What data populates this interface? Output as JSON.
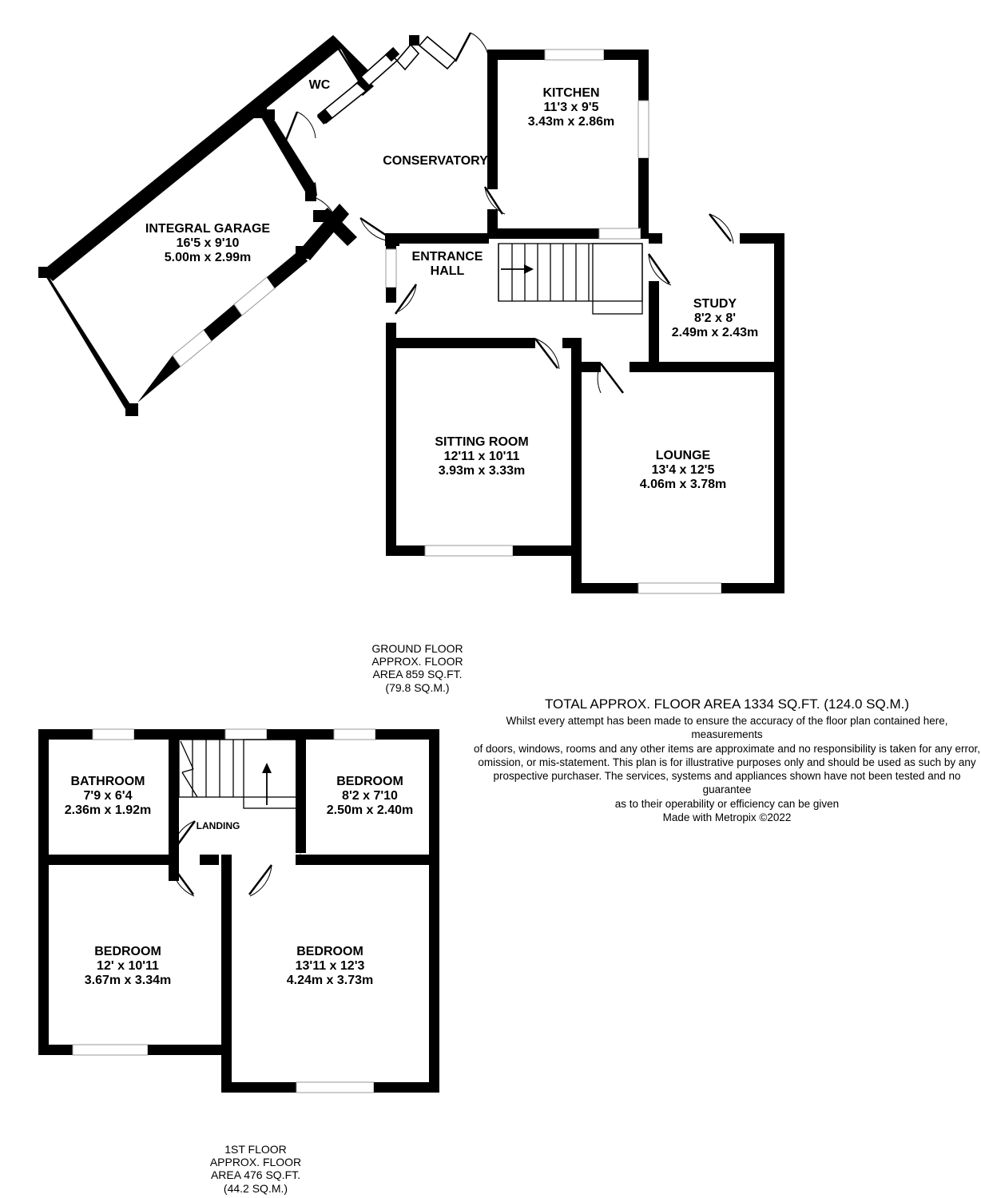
{
  "document": {
    "type": "floor-plan",
    "maker": "Made with Metropix ©2022"
  },
  "ground_floor": {
    "caption": [
      "GROUND FLOOR",
      "APPROX. FLOOR",
      "AREA 859 SQ.FT.",
      "(79.8 SQ.M.)"
    ],
    "rooms": [
      {
        "name": "WC",
        "imperial": "",
        "metric": ""
      },
      {
        "name": "CONSERVATORY",
        "imperial": "",
        "metric": ""
      },
      {
        "name": "INTEGRAL GARAGE",
        "imperial": "16'5 x 9'10",
        "metric": "5.00m x 2.99m"
      },
      {
        "name": "KITCHEN",
        "imperial": "11'3 x 9'5",
        "metric": "3.43m x 2.86m"
      },
      {
        "name": "ENTRANCE HALL",
        "imperial": "",
        "metric": ""
      },
      {
        "name": "STUDY",
        "imperial": "8'2 x 8'",
        "metric": "2.49m x 2.43m"
      },
      {
        "name": "SITTING ROOM",
        "imperial": "12'11 x 10'11",
        "metric": "3.93m x 3.33m"
      },
      {
        "name": "LOUNGE",
        "imperial": "13'4 x 12'5",
        "metric": "4.06m x 3.78m"
      }
    ],
    "labels": {
      "wc": "WC",
      "conservatory": "CONSERVATORY",
      "garage_name": "INTEGRAL GARAGE",
      "garage_imp": "16'5 x 9'10",
      "garage_met": "5.00m x 2.99m",
      "kitchen_name": "KITCHEN",
      "kitchen_imp": "11'3 x 9'5",
      "kitchen_met": "3.43m x 2.86m",
      "hall_l1": "ENTRANCE",
      "hall_l2": "HALL",
      "study_name": "STUDY",
      "study_imp": "8'2 x 8'",
      "study_met": "2.49m x 2.43m",
      "sitting_name": "SITTING ROOM",
      "sitting_imp": "12'11 x 10'11",
      "sitting_met": "3.93m x 3.33m",
      "lounge_name": "LOUNGE",
      "lounge_imp": "13'4 x 12'5",
      "lounge_met": "4.06m x 3.78m"
    }
  },
  "first_floor": {
    "caption": [
      "1ST FLOOR",
      "APPROX. FLOOR",
      "AREA 476 SQ.FT.",
      "(44.2 SQ.M.)"
    ],
    "rooms": [
      {
        "name": "BATHROOM",
        "imperial": "7'9 x 6'4",
        "metric": "2.36m x 1.92m"
      },
      {
        "name": "BEDROOM",
        "imperial": "8'2 x 7'10",
        "metric": "2.50m x 2.40m"
      },
      {
        "name": "BEDROOM",
        "imperial": "12' x 10'11",
        "metric": "3.67m x 3.34m"
      },
      {
        "name": "BEDROOM",
        "imperial": "13'11 x 12'3",
        "metric": "4.24m x 3.73m"
      }
    ],
    "labels": {
      "bathroom_name": "BATHROOM",
      "bathroom_imp": "7'9 x 6'4",
      "bathroom_met": "2.36m x 1.92m",
      "landing": "LANDING",
      "bed1_name": "BEDROOM",
      "bed1_imp": "8'2 x 7'10",
      "bed1_met": "2.50m x 2.40m",
      "bed2_name": "BEDROOM",
      "bed2_imp": "12' x 10'11",
      "bed2_met": "3.67m x 3.34m",
      "bed3_name": "BEDROOM",
      "bed3_imp": "13'11 x 12'3",
      "bed3_met": "4.24m x 3.73m"
    }
  },
  "summary": {
    "total_title": "TOTAL APPROX. FLOOR AREA 1334 SQ.FT. (124.0 SQ.M.)",
    "disclaimer_lines": [
      "Whilst every attempt has been made to ensure the accuracy of the floor plan contained here, measurements",
      "of doors, windows, rooms and any other items are approximate and no responsibility is taken for any error,",
      "omission, or mis-statement. This plan is for illustrative purposes only and should be used as such by any",
      "prospective purchaser. The services, systems and appliances shown have not been tested and no guarantee",
      "as to their operability or efficiency can be given",
      "Made with Metropix ©2022"
    ],
    "disc_l1": "Whilst every attempt has been made to ensure the accuracy of the floor plan contained here, measurements",
    "disc_l2": "of doors, windows, rooms and any other items are approximate and no responsibility is taken for any error,",
    "disc_l3": "omission, or mis-statement. This plan is for illustrative purposes only and should be used as such by any",
    "disc_l4": "prospective purchaser. The services, systems and appliances shown have not been tested and no guarantee",
    "disc_l5": "as to their operability or efficiency can be given",
    "disc_l6": "Made with Metropix ©2022"
  },
  "captions": {
    "gf_1": "GROUND FLOOR",
    "gf_2": "APPROX. FLOOR",
    "gf_3": "AREA 859 SQ.FT.",
    "gf_4": "(79.8 SQ.M.)",
    "ff_1": "1ST FLOOR",
    "ff_2": "APPROX. FLOOR",
    "ff_3": "AREA 476 SQ.FT.",
    "ff_4": "(44.2 SQ.M.)"
  },
  "colors": {
    "wall": "#000000",
    "background": "#ffffff",
    "window": "#ffffff",
    "window_stroke": "#999999",
    "text": "#000000"
  }
}
